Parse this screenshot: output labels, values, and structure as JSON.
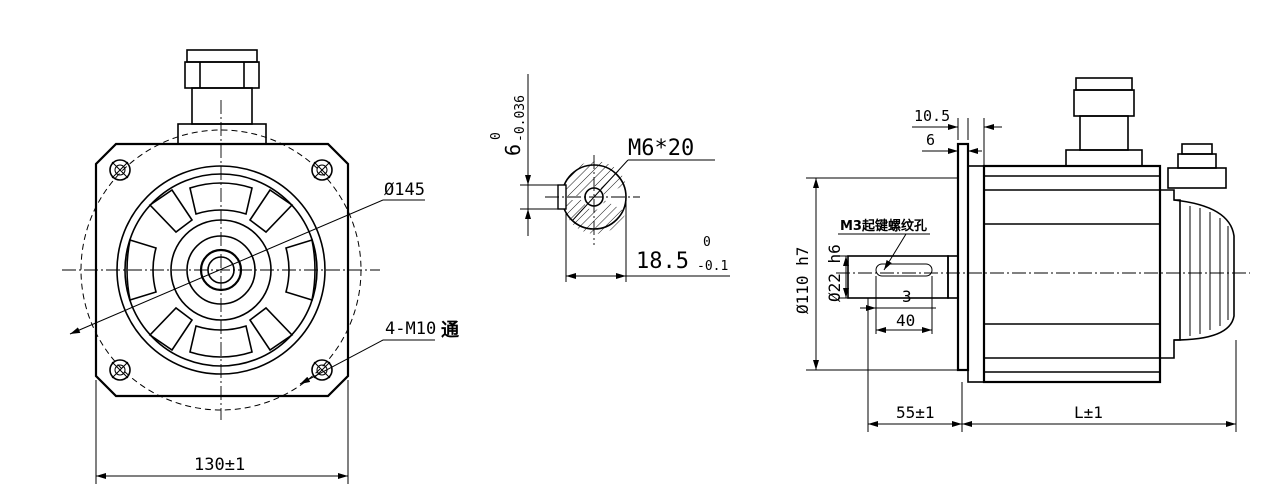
{
  "front_view": {
    "diameter_label": "Ø145",
    "holes_label": "4-M10",
    "holes_suffix": "通",
    "width_label": "130±1"
  },
  "shaft_section": {
    "key_width": "6",
    "key_upper_tol": "0",
    "key_lower_tol": "-0.036",
    "thread_label": "M6*20",
    "depth_label": "18.5",
    "depth_upper_tol": "0",
    "depth_lower_tol": "-0.1"
  },
  "side_view": {
    "dim_10_5": "10.5",
    "dim_6": "6",
    "note": "M3起键螺纹孔",
    "pilot_label": "Ø110 h7",
    "shaft_label": "Ø22 h6",
    "dim_3": "3",
    "dim_40": "40",
    "shaft_length_label": "55±1",
    "body_length_label": "L±1"
  }
}
